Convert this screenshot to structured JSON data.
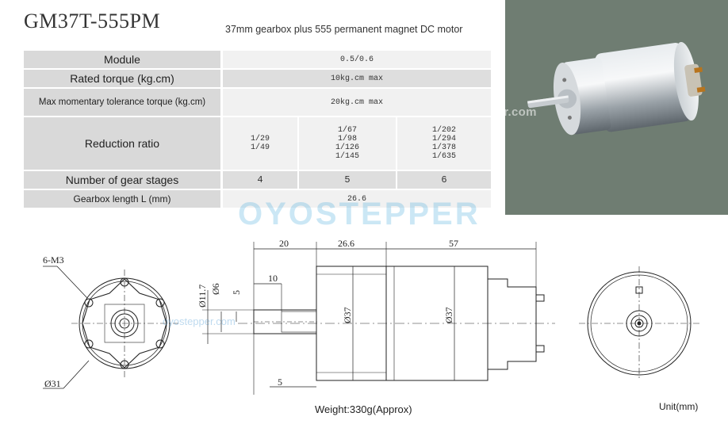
{
  "title": "GM37T-555PM",
  "subtitle": "37mm gearbox plus 555 permanent magnet DC motor",
  "photo_watermark": "Oyostepper.com",
  "brand_watermark": "OYOSTEPPER",
  "drawing_watermark": "oyostepper.com",
  "specs": {
    "module": {
      "label": "Module",
      "value": "0.5/0.6"
    },
    "rated_torque": {
      "label": "Rated torque (kg.cm)",
      "value": "10kg.cm max"
    },
    "max_torque": {
      "label": "Max momentary tolerance torque (kg.cm)",
      "value": "20kg.cm max"
    },
    "reduction_ratio": {
      "label": "Reduction ratio",
      "groups": [
        [
          "1/29",
          "1/49"
        ],
        [
          "1/67",
          "1/98",
          "1/126",
          "1/145"
        ],
        [
          "1/202",
          "1/294",
          "1/378",
          "1/635"
        ]
      ]
    },
    "gear_stages": {
      "label": "Number of gear stages",
      "values": [
        "4",
        "5",
        "6"
      ]
    },
    "gearbox_length": {
      "label": "Gearbox length  L (mm)",
      "value": "26.6"
    }
  },
  "dimensions": {
    "holes": "6-M3",
    "front_dia": "Ø31",
    "shaft_dia_outer": "Ø11.7",
    "shaft_dia": "Ø6",
    "flat": "5",
    "shaft_len": "20",
    "gearbox_len": "26.6",
    "motor_len": "57",
    "flat_len": "10",
    "body_dia_1": "Ø37",
    "body_dia_2": "Ø37",
    "bottom_dim": "5"
  },
  "weight": "Weight:330g(Approx)",
  "unit": "Unit(mm)"
}
